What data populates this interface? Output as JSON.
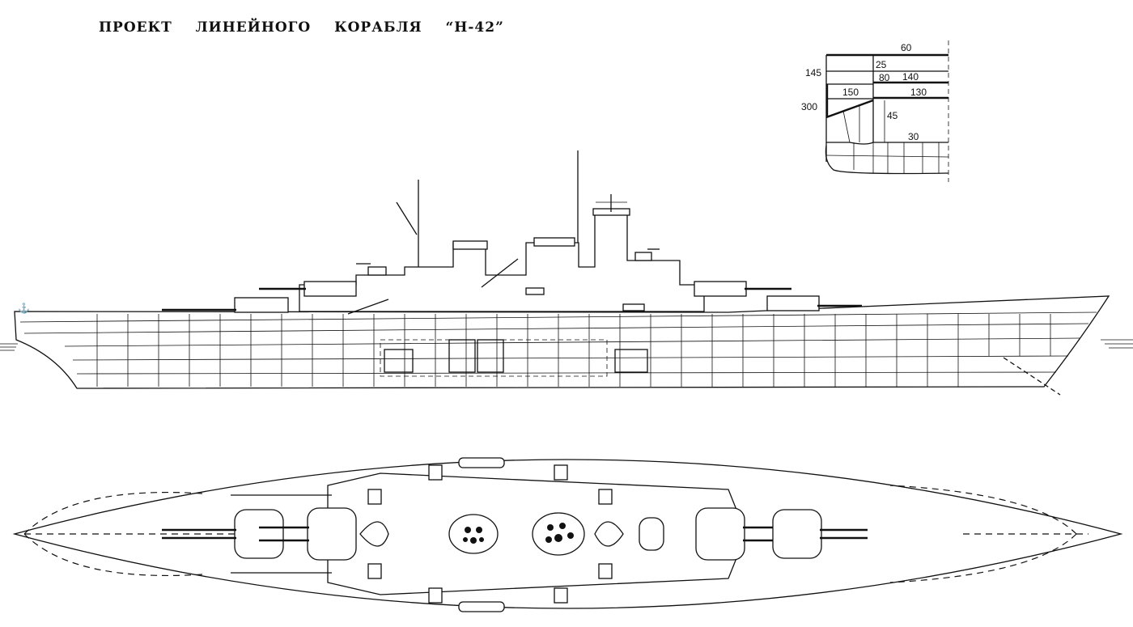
{
  "title": "ПРОЕКТ ЛИНЕЙНОГО КОРАБЛЯ “Н-42”",
  "armor_section": {
    "labels": {
      "deck_upper": "60",
      "deck_25": "25",
      "deck_80": "80",
      "deck_140": "140",
      "deck_130": "130",
      "slope_150": "150",
      "belt_upper": "145",
      "belt_main": "300",
      "bulkhead_45": "45",
      "bottom_30": "30"
    }
  }
}
